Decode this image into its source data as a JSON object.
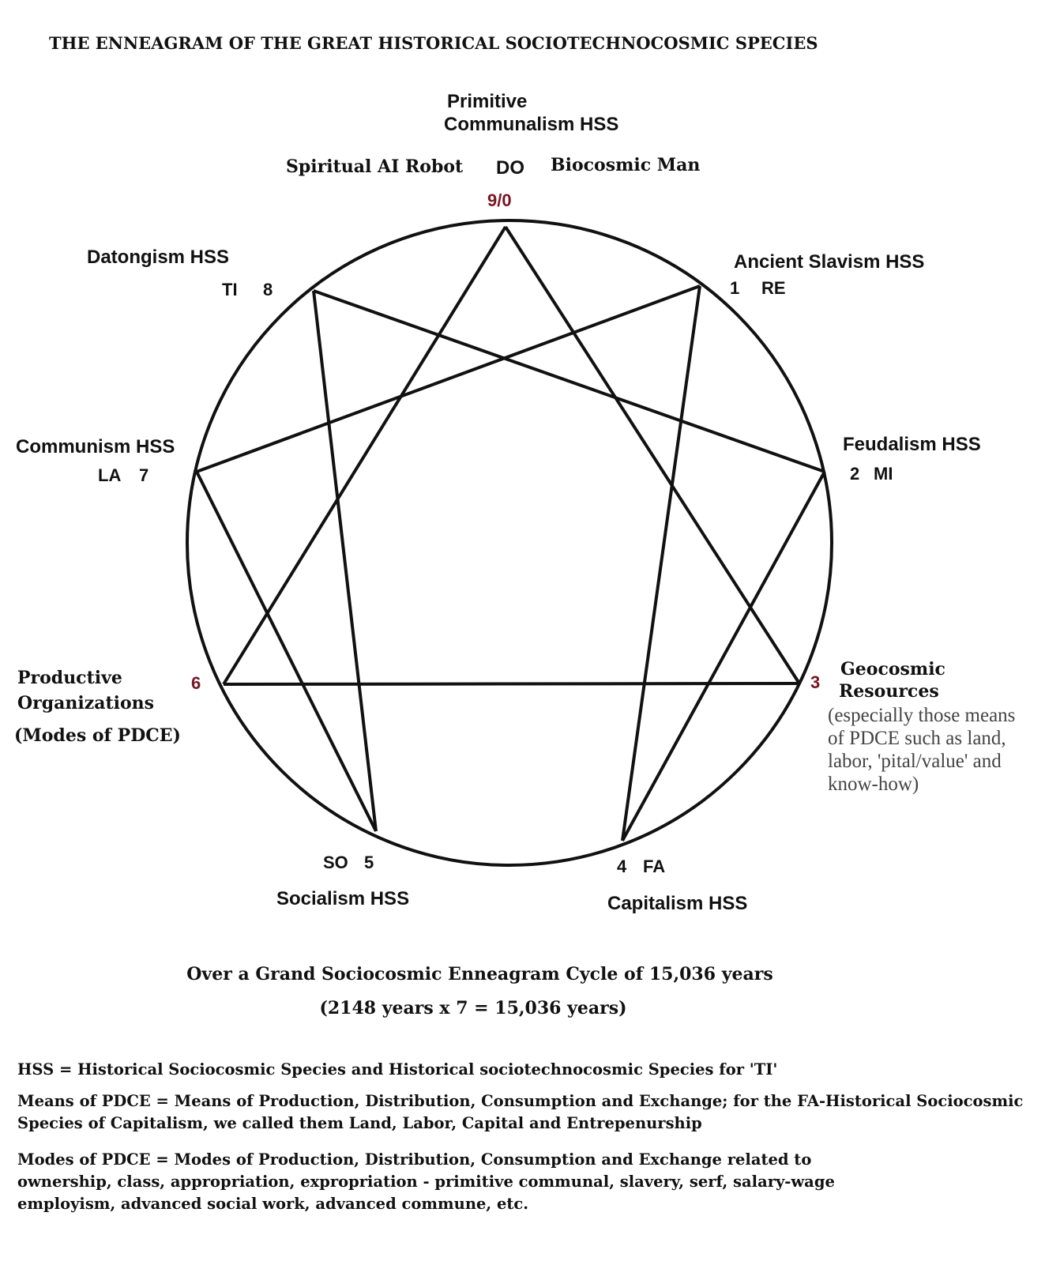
{
  "title": "THE ENNEAGRAM OF THE GREAT HISTORICAL SOCIOTECHNOCOSMIC SPECIES",
  "points": {
    "p9": {
      "num": "9/0",
      "line1": "Primitive",
      "line2": "Communalism HSS",
      "left": "Spiritual AI Robot",
      "note": "DO",
      "right": "Biocosmic Man"
    },
    "p1": {
      "name": "Ancient Slavism HSS",
      "num": "1",
      "note": "RE"
    },
    "p2": {
      "name": "Feudalism HSS",
      "num": "2",
      "note": "MI"
    },
    "p3": {
      "num": "3",
      "line1": "Geocosmic",
      "line2": "Resources",
      "desc": "(especially those means of PDCE such as land, labor, 'pital/value' and know-how)"
    },
    "p4": {
      "name": "Capitalism HSS",
      "num": "4",
      "note": "FA"
    },
    "p5": {
      "name": "Socialism HSS",
      "num": "5",
      "note": "SO"
    },
    "p6": {
      "num": "6",
      "line1": "Productive",
      "line2": "Organizations",
      "line3": "(Modes of PDCE)"
    },
    "p7": {
      "name": "Communism HSS",
      "num": "7",
      "note": "LA"
    },
    "p8": {
      "name": "Datongism HSS",
      "num": "8",
      "note": "TI"
    }
  },
  "cycle": {
    "line1": "Over a Grand Sociocosmic Enneagram Cycle of 15,036 years",
    "line2": "(2148 years x 7 = 15,036 years)"
  },
  "footnotes": [
    "HSS = Historical Sociocosmic Species and Historical sociotechnocosmic Species for 'TI'",
    "Means of PDCE = Means of Production, Distribution, Consumption and Exchange; for the FA-Historical Sociocosmic Species of Capitalism, we called them Land, Labor, Capital and Entrepenurship",
    "Modes of PDCE = Modes of Production, Distribution, Consumption and Exchange related to ownership, class, appropriation, expropriation - primitive communal, slavery, serf, salary-wage employism, advanced social work, advanced commune, etc."
  ],
  "colors": {
    "accent": "#7a1424",
    "line": "#111111"
  }
}
